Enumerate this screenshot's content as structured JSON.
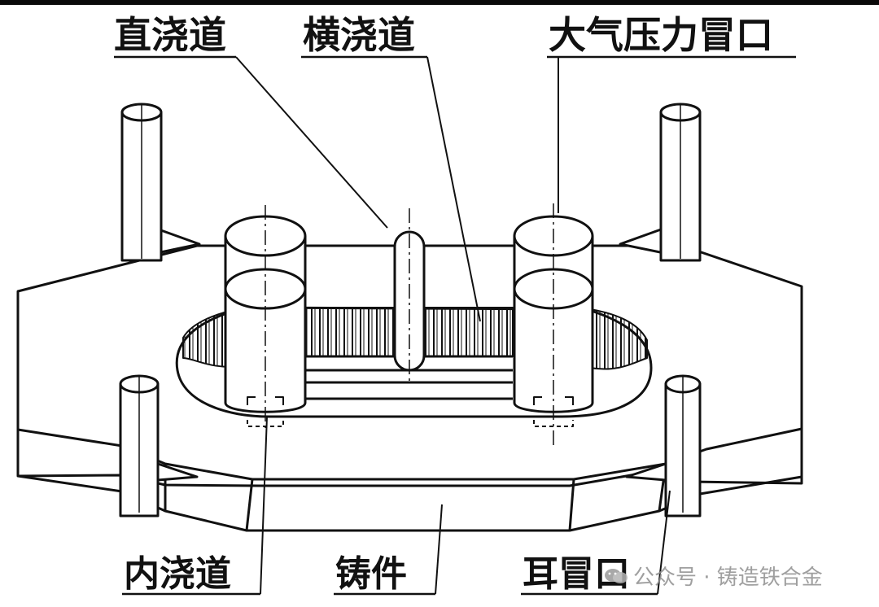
{
  "labels": {
    "sprue": "直浇道",
    "runner": "横浇道",
    "atmospheric_riser": "大气压力冒口",
    "ingate": "内浇道",
    "casting": "铸件",
    "ear_riser": "耳冒口"
  },
  "watermark": {
    "text": "公众号 · 铸造铁合金",
    "icon": "wechat-logo-icon"
  },
  "colors": {
    "line": "#111111",
    "label": "#111111",
    "watermark": "#8f8f8f"
  }
}
